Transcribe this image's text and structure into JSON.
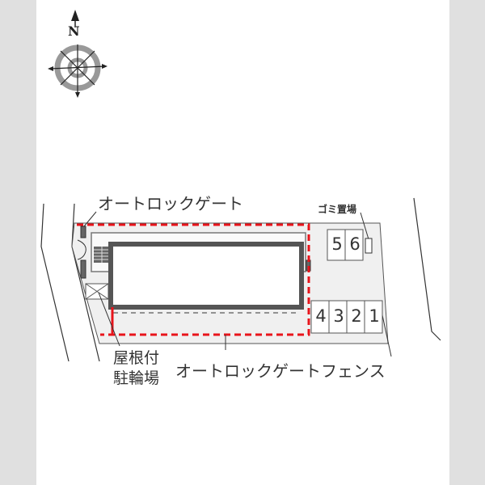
{
  "map": {
    "compass": {
      "north_label": "N"
    },
    "labels": {
      "autolock_gate": "オートロックゲート",
      "garbage_area": "ゴミ置場",
      "roofed_bicycle_parking_line1": "屋根付",
      "roofed_bicycle_parking_line2": "駐輪場",
      "autolock_gate_fence": "オートロックゲートフェンス"
    },
    "parking_spaces": {
      "top_row": [
        "5",
        "6"
      ],
      "bottom_row": [
        "4",
        "3",
        "2",
        "1"
      ]
    },
    "colors": {
      "fence_dashed": "#e8141b",
      "lot_fill": "#f0f0f0",
      "building_wall": "#555555",
      "margin_gray": "#e0e0e0",
      "line": "#333333"
    }
  }
}
